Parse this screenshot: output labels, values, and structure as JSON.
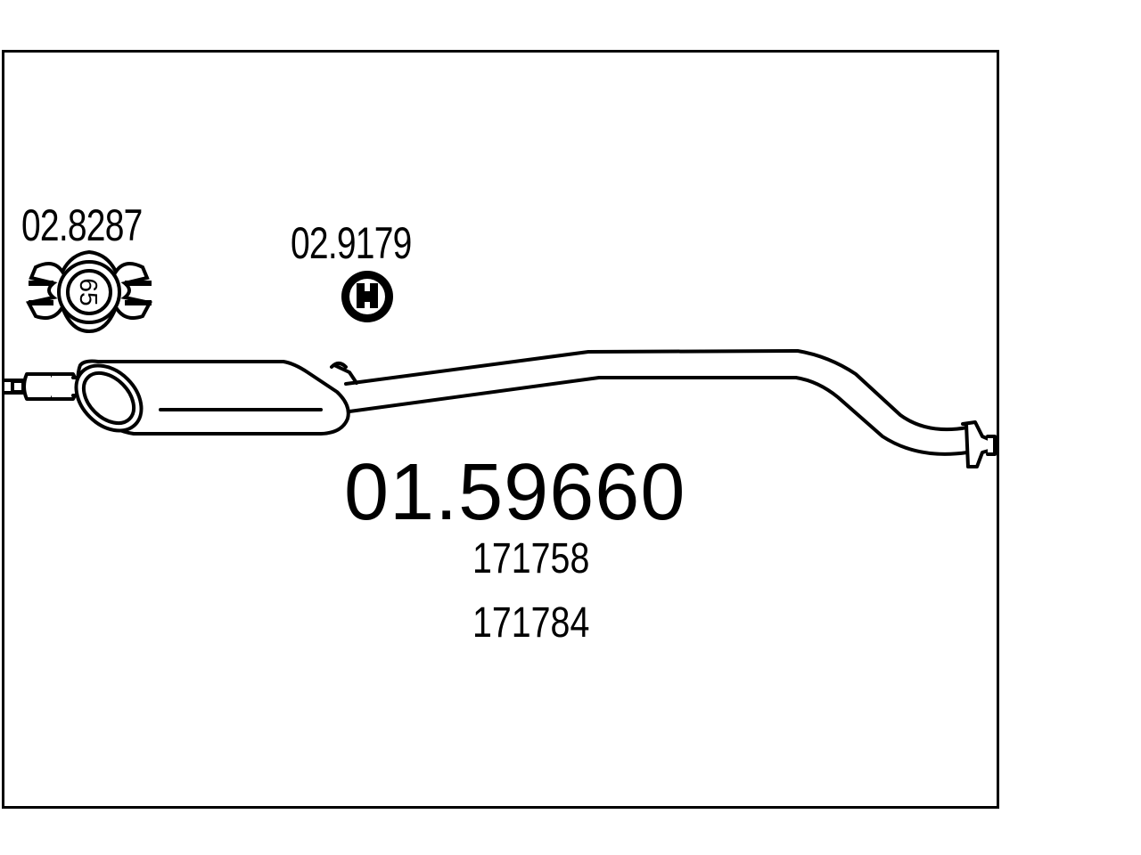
{
  "diagram": {
    "accessories": [
      {
        "part_number": "02.8287",
        "icon": "clamp-icon",
        "clamp_size": "65"
      },
      {
        "part_number": "02.9179",
        "icon": "rubber-hanger-icon"
      }
    ],
    "main_part_number": "01.59660",
    "oe_numbers": [
      "171758",
      "171784"
    ],
    "colors": {
      "line": "#000000",
      "background": "#ffffff"
    }
  }
}
